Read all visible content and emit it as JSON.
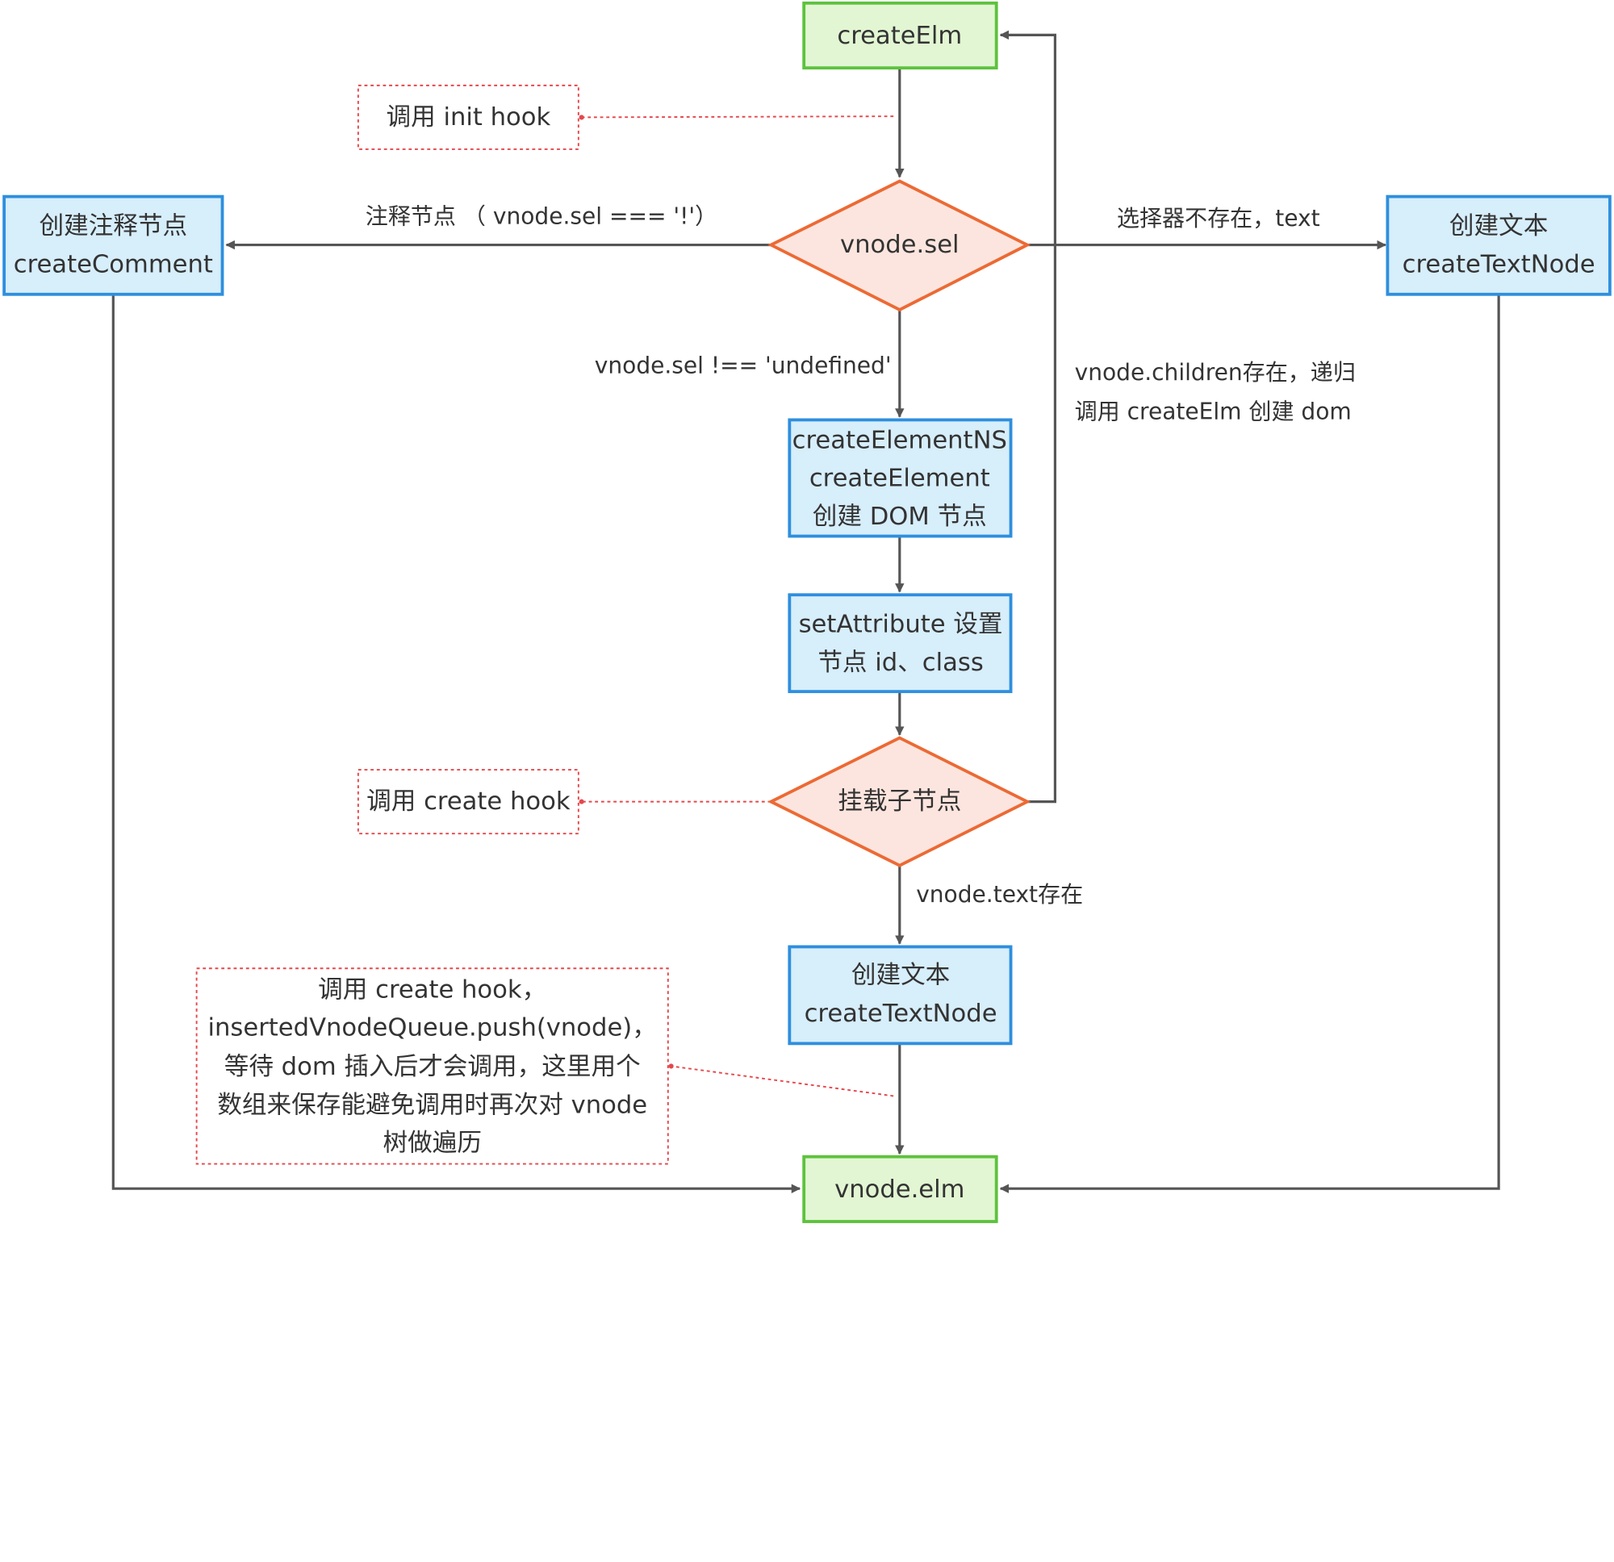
{
  "colors": {
    "start_end_fill": "#E2F6D3",
    "start_end_stroke": "#5DC23D",
    "process_fill": "#D7EEFB",
    "process_stroke": "#2E8FDE",
    "decision_fill": "#FDE5DF",
    "decision_stroke": "#EC6A34",
    "note_stroke": "#E5474B",
    "arrow": "#555555"
  },
  "nodes": {
    "create_elm": "createElm",
    "vnode_sel": "vnode.sel",
    "comment": {
      "line1": "创建注释节点",
      "line2": "createComment"
    },
    "text_right": {
      "line1": "创建文本",
      "line2": "createTextNode"
    },
    "create_element": {
      "line1": "createElementNS",
      "line2": "createElement",
      "line3": "创建 DOM 节点"
    },
    "set_attribute": {
      "line1": "setAttribute 设置",
      "line2": "节点 id、class"
    },
    "mount_children": "挂载子节点",
    "text_bottom": {
      "line1": "创建文本",
      "line2": "createTextNode"
    },
    "vnode_elm": "vnode.elm"
  },
  "notes": {
    "init_hook": "调用 init hook",
    "create_hook": "调用 create hook",
    "inserted": {
      "line1": "调用 create hook，",
      "line2": "insertedVnodeQueue.push(vnode)，",
      "line3": "等待 dom 插入后才会调用，这里用个",
      "line4": "数组来保存能避免调用时再次对 vnode",
      "line5": "树做遍历"
    }
  },
  "edge_labels": {
    "comment": "注释节点 （ vnode.sel === '!'）",
    "no_selector": "选择器不存在，text",
    "sel_defined": "vnode.sel !== 'undefined'",
    "children_line1": "vnode.children存在，递归",
    "children_line2": "调用 createElm 创建 dom",
    "text_exists": "vnode.text存在"
  }
}
